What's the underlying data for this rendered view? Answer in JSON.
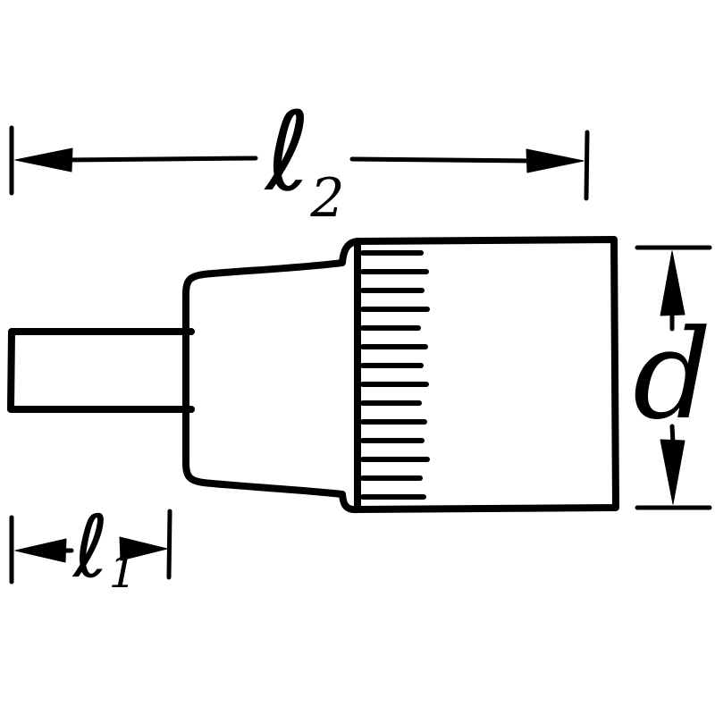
{
  "diagram": {
    "ink_color": "#000000",
    "background_color": "#ffffff",
    "labels": {
      "l2": {
        "symbol": "ℓ",
        "subscript": "2"
      },
      "l1": {
        "symbol": "ℓ",
        "subscript": "1"
      },
      "d": {
        "symbol": "d"
      }
    }
  }
}
